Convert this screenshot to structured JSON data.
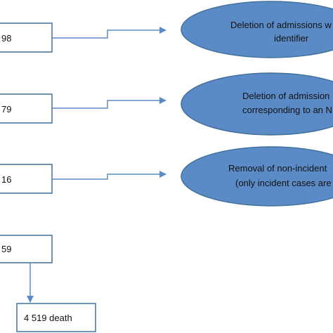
{
  "flowchart": {
    "boxes": [
      {
        "label": "98"
      },
      {
        "label": "79"
      },
      {
        "label": "16"
      },
      {
        "label": "59"
      },
      {
        "label": "4 519 death"
      }
    ],
    "exclusions": [
      {
        "line1": "Deletion of admissions w",
        "line2": "identifier"
      },
      {
        "line1": "Deletion of admission",
        "line2": "corresponding to an N"
      },
      {
        "line1": "Removal of non-incident",
        "line2": "(only incident cases are"
      }
    ],
    "colors": {
      "ellipse_fill": "#5b8bc6",
      "ellipse_stroke": "#41719c",
      "box_stroke": "#41719c",
      "connector": "#5b8bc6"
    }
  }
}
